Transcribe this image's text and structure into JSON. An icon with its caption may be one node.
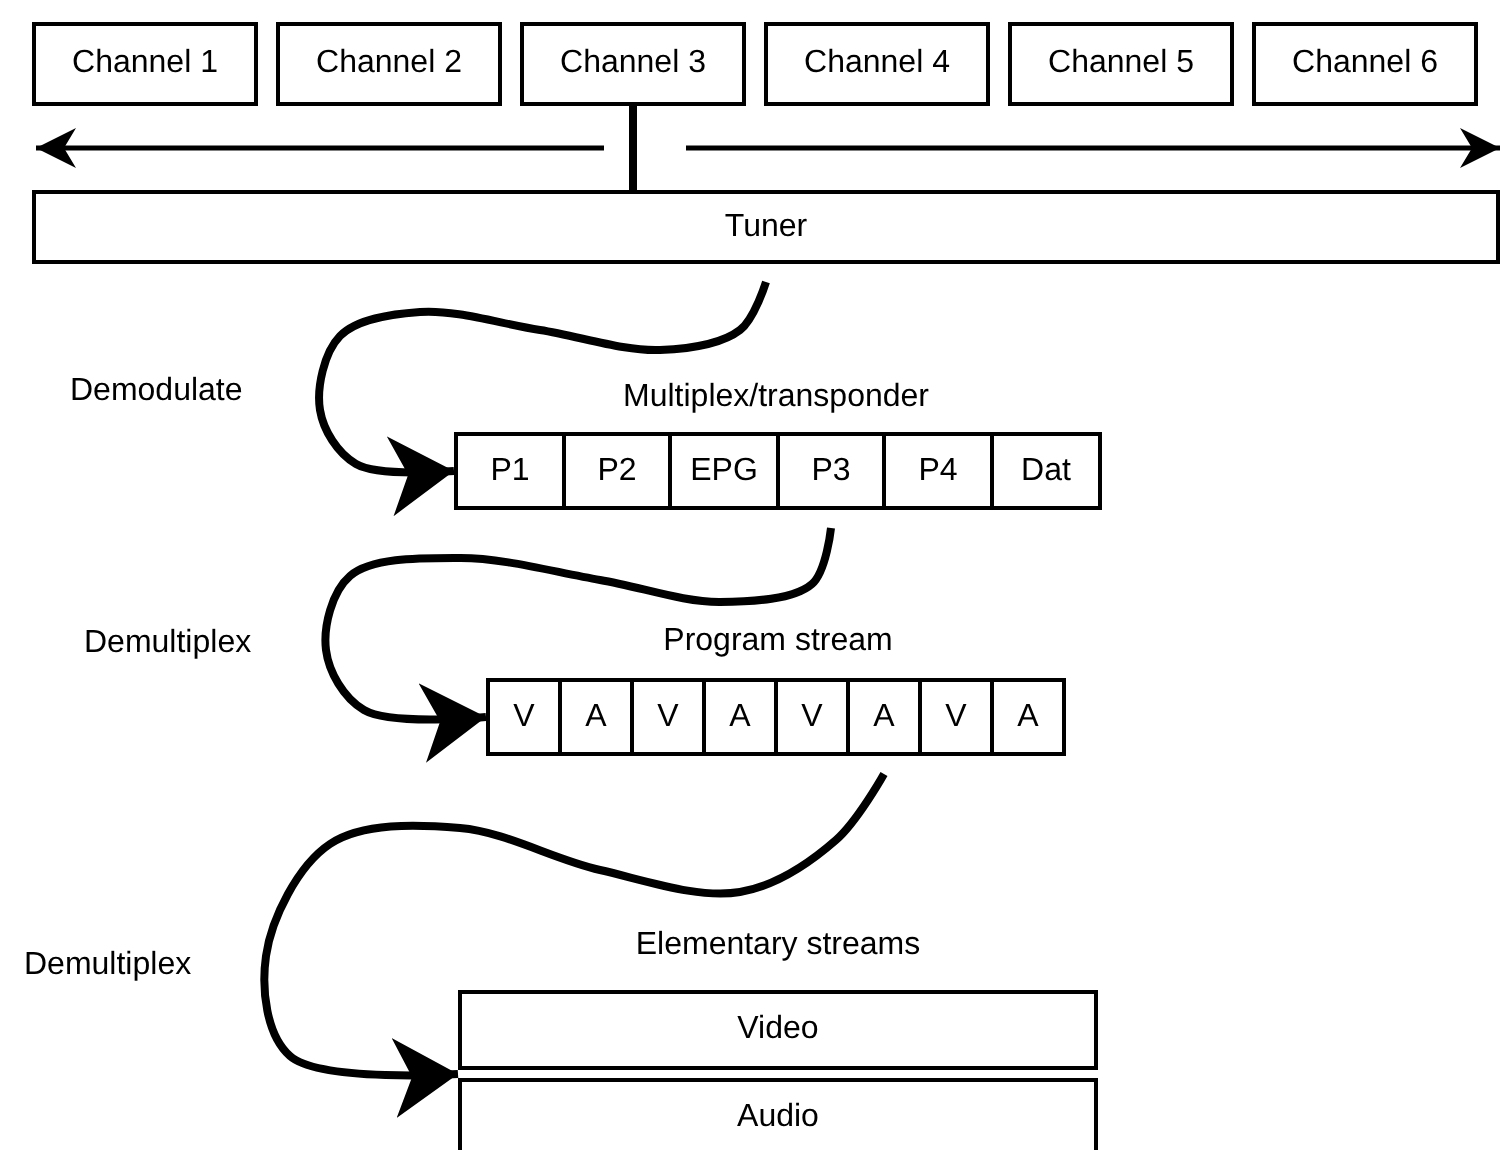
{
  "diagram": {
    "nodes": [
      {
        "text": [
          "Channel 1"
        ]
      },
      {
        "text": [
          "Channel 2"
        ]
      },
      {
        "text": [
          "Channel 3"
        ]
      },
      {
        "text": [
          "Channel 4"
        ]
      },
      {
        "text": [
          "Channel 5"
        ]
      },
      {
        "text": [
          "Channel 6"
        ]
      },
      {
        "text": [
          "Tuner"
        ]
      },
      {
        "text": [
          "Multiplex/transponder"
        ]
      },
      {
        "text": [
          "P1"
        ],
        "in": 7
      },
      {
        "text": [
          "P2"
        ],
        "in": 7
      },
      {
        "text": [
          "EPG"
        ],
        "in": 7
      },
      {
        "text": [
          "P3"
        ],
        "in": 7
      },
      {
        "text": [
          "P4"
        ],
        "in": 7
      },
      {
        "text": [
          "Dat"
        ],
        "in": 7
      },
      {
        "text": [
          "Program stream"
        ]
      },
      {
        "text": [
          "V"
        ],
        "in": 14
      },
      {
        "text": [
          "A"
        ],
        "in": 14
      },
      {
        "text": [
          "V"
        ],
        "in": 14
      },
      {
        "text": [
          "A"
        ],
        "in": 14
      },
      {
        "text": [
          "V"
        ],
        "in": 14
      },
      {
        "text": [
          "A"
        ],
        "in": 14
      },
      {
        "text": [
          "V"
        ],
        "in": 14
      },
      {
        "text": [
          "A"
        ],
        "in": 14
      },
      {
        "text": [
          "Elementary streams"
        ]
      },
      {
        "text": [
          "Video"
        ],
        "in": 23
      },
      {
        "text": [
          "Audio"
        ],
        "in": 23
      }
    ],
    "edges": [
      {
        "from": 2,
        "to": 6,
        "arrow": "none"
      },
      {
        "from": 6,
        "to": 8,
        "arrow": "to",
        "label": "Demodulate"
      },
      {
        "from": 11,
        "to": 15,
        "arrow": "to",
        "label": "Demultiplex"
      },
      {
        "from": 20,
        "to": 23,
        "arrow": "to",
        "label": "Demultiplex"
      }
    ]
  }
}
